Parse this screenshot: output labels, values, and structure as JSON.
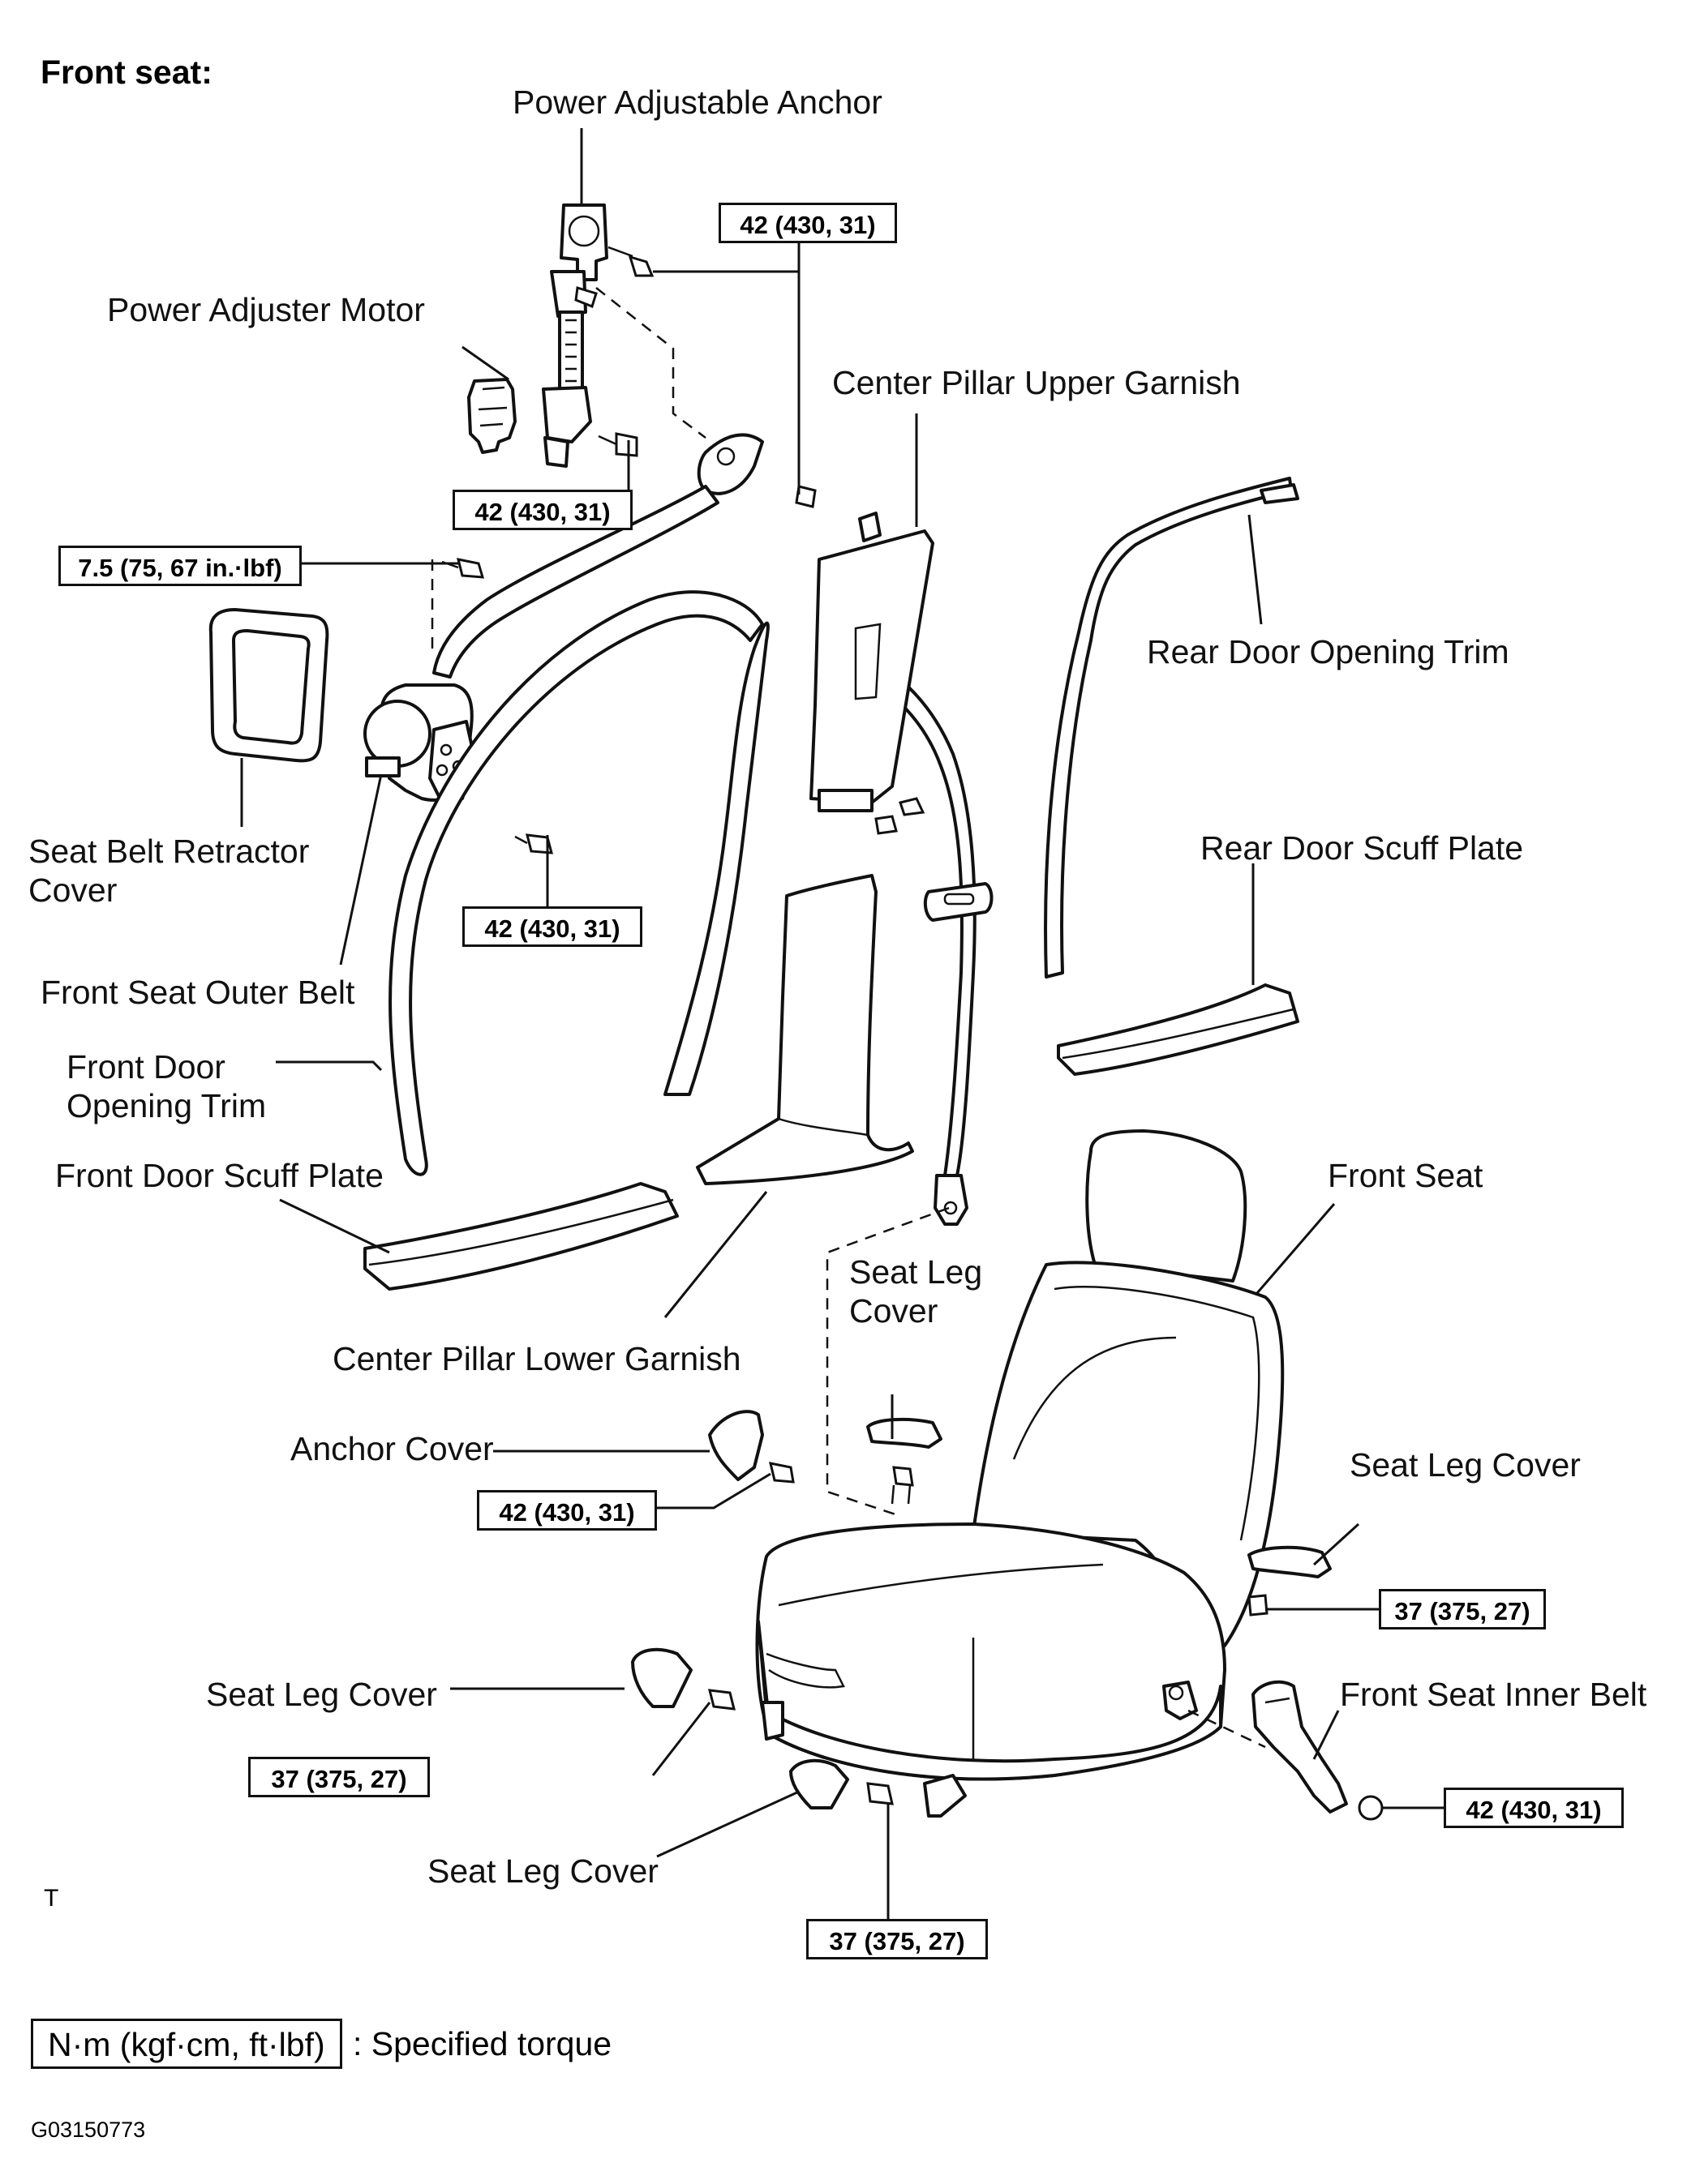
{
  "title": "Front seat:",
  "labels": {
    "power_adjustable_anchor": "Power Adjustable Anchor",
    "power_adjuster_motor": "Power Adjuster Motor",
    "center_pillar_upper_garnish": "Center Pillar Upper Garnish",
    "rear_door_opening_trim": "Rear Door Opening Trim",
    "seat_belt_retractor_cover": "Seat Belt Retractor\nCover",
    "rear_door_scuff_plate": "Rear Door Scuff Plate",
    "front_seat_outer_belt": "Front Seat Outer Belt",
    "front_door_opening_trim": "Front Door\nOpening Trim",
    "front_door_scuff_plate": "Front Door Scuff Plate",
    "front_seat": "Front Seat",
    "seat_leg_cover_center": "Seat Leg\nCover",
    "center_pillar_lower_garnish": "Center Pillar Lower Garnish",
    "anchor_cover": "Anchor Cover",
    "seat_leg_cover_right": "Seat Leg Cover",
    "seat_leg_cover_left": "Seat Leg Cover",
    "front_seat_inner_belt": "Front Seat Inner Belt",
    "seat_leg_cover_bottom": "Seat Leg Cover"
  },
  "torques": {
    "t_anchor_top": "42 (430, 31)",
    "t_anchor_lower": "42 (430, 31)",
    "t_retractor_top": "7.5 (75, 67 in.·lbf)",
    "t_retractor_bottom": "42 (430, 31)",
    "t_anchor_cover": "42 (430, 31)",
    "t_right_leg": "37 (375, 27)",
    "t_left_leg": "37 (375, 27)",
    "t_inner_belt": "42 (430, 31)",
    "t_bottom_leg": "37 (375, 27)"
  },
  "corner_mark": "T",
  "legend": {
    "box_text": "N·m (kgf·cm, ft·lbf)",
    "description": ": Specified torque"
  },
  "figure_code": "G03150773"
}
